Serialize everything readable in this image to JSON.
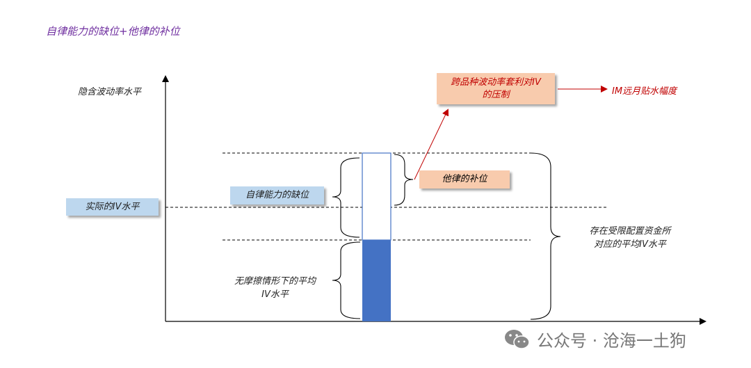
{
  "title": "自律能力的缺位+他律的补位",
  "y_axis_label": "隐含波动率水平",
  "actual_iv": "实际的IV水平",
  "self_discipline_gap": "自律能力的缺位",
  "external_supplement": "他律的补位",
  "arbitrage_line1": "跨品种波动率套利对IV",
  "arbitrage_line2": "的压制",
  "im_discount": "IM远月贴水幅度",
  "frictionless_line1": "无摩擦情形下的平均",
  "frictionless_line2": "IV水平",
  "constrained_line1": "存在受限配置资金所",
  "constrained_line2": "对应的平均IV水平",
  "watermark": "公众号 · 沧海一土狗",
  "colors": {
    "title": "#7030a0",
    "blue_box": "#bdd7ee",
    "peach_box": "#f8cbad",
    "bar": "#4472c4",
    "red": "#c00000"
  }
}
